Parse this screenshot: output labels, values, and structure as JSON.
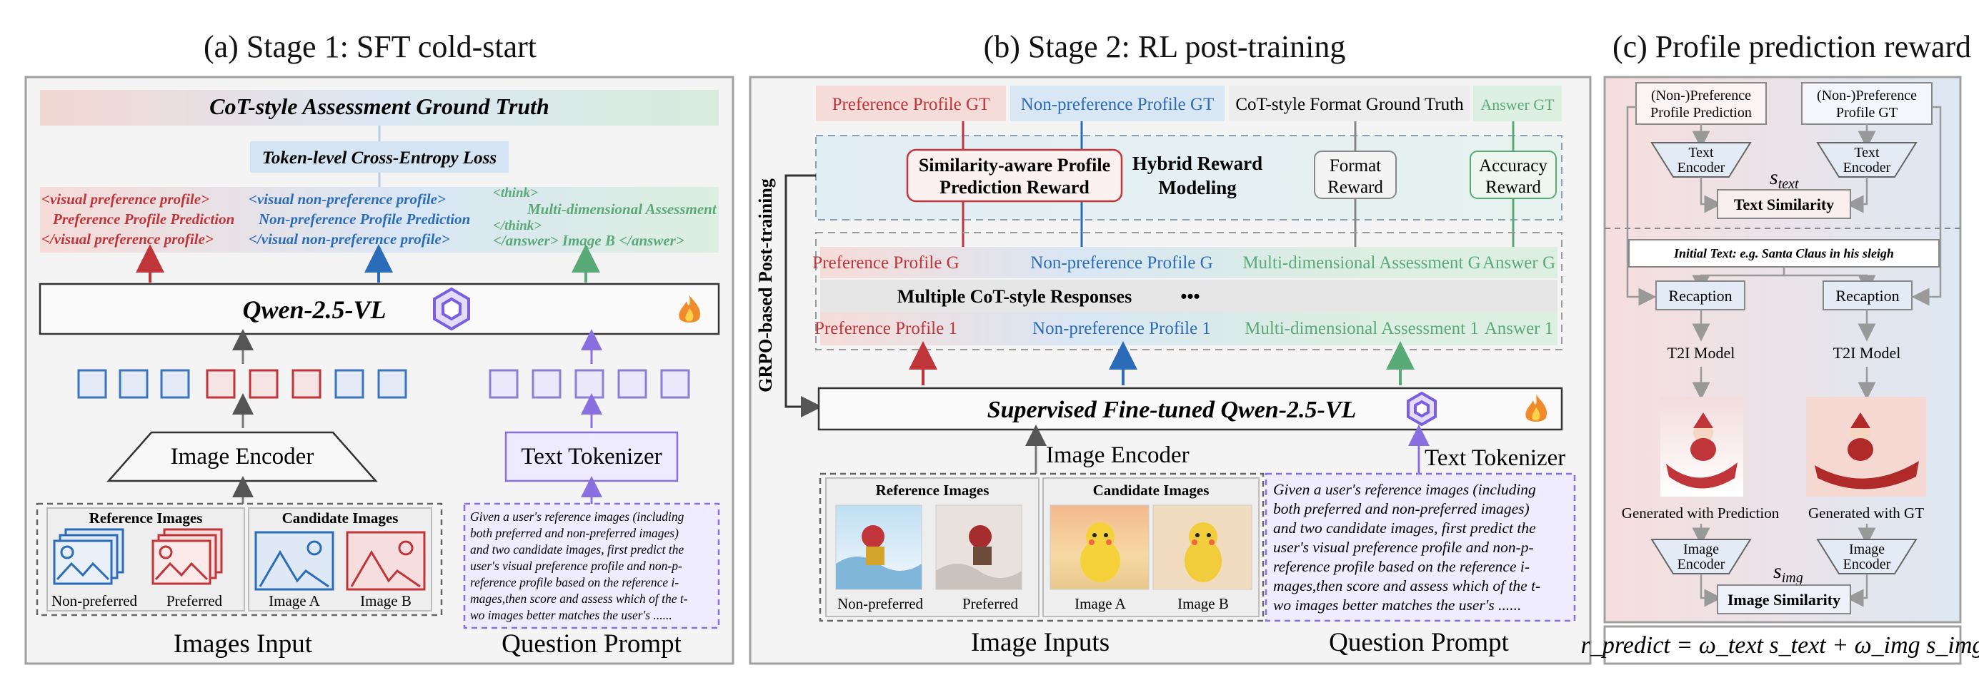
{
  "panels": {
    "a": {
      "title": "(a) Stage 1:  SFT cold-start",
      "gt_banner": "CoT-style Assessment Ground Truth",
      "loss": "Token-level Cross-Entropy Loss",
      "out_red": [
        "<visual preference profile>",
        "Preference Profile Prediction",
        "</visual preference profile>"
      ],
      "out_blue": [
        "<visual non-preference profile>",
        "Non-preference Profile Prediction",
        "</visual non-preference profile>"
      ],
      "out_green": [
        "<think>",
        "Multi-dimensional  Assessment",
        "</think>",
        "</answer>  Image B  </answer>"
      ],
      "model": "Qwen-2.5-VL",
      "image_encoder": "Image Encoder",
      "text_tokenizer": "Text Tokenizer",
      "ref_images": "Reference Images",
      "cand_images": "Candidate Images",
      "labels": [
        "Non-preferred",
        "Preferred",
        "Image A",
        "Image B"
      ],
      "images_input": "Images Input",
      "question_prompt": "Question Prompt",
      "prompt_lines": [
        "Given a user's reference images (including",
        "both preferred and non-preferred images)",
        "and two candidate images, first predict the",
        "user's visual preference profile and non-p-",
        "reference profile based on the reference i-",
        "mages,then score and assess which of the t-",
        "wo images better matches the user's ......"
      ]
    },
    "b": {
      "title": "(b) Stage 2:  RL post-training",
      "gt_headers": [
        "Preference Profile GT",
        "Non-preference Profile GT",
        "CoT-style Format Ground Truth",
        "Answer GT"
      ],
      "rewards": [
        "Similarity-aware Profile",
        "Prediction Reward",
        "Hybrid Reward",
        "Modeling",
        "Format",
        "Reward",
        "Accuracy",
        "Reward"
      ],
      "grpo": "GRPO-based Post-training",
      "row_g": [
        "Preference Profile G",
        "Non-preference Profile G",
        "Multi-dimensional Assessment G",
        "Answer G"
      ],
      "multi": "Multiple CoT-style Responses",
      "dots": "•••",
      "row_1": [
        "Preference Profile 1",
        "Non-preference Profile 1",
        "Multi-dimensional Assessment 1",
        "Answer 1"
      ],
      "model": "Supervised Fine-tuned Qwen-2.5-VL",
      "image_encoder": "Image Encoder",
      "text_tokenizer": "Text Tokenizer",
      "ref_images": "Reference Images",
      "cand_images": "Candidate Images",
      "labels": [
        "Non-preferred",
        "Preferred",
        "Image A",
        "Image B"
      ],
      "image_inputs": "Image Inputs",
      "question_prompt": "Question Prompt",
      "prompt_lines": [
        "Given a user's reference images (including",
        "both preferred and non-preferred images)",
        "and two candidate images, first predict the",
        "user's visual preference profile and non-p-",
        "reference profile based on the reference i-",
        "mages,then score and assess which of the t-",
        "wo images better matches the user's ......"
      ]
    },
    "c": {
      "title": "(c) Profile prediction reward",
      "pred_box": [
        "(Non-)Preference",
        "Profile Prediction"
      ],
      "gt_box": [
        "(Non-)Preference",
        "Profile GT"
      ],
      "text_encoder": [
        "Text",
        "Encoder"
      ],
      "s_text": "s",
      "s_text_sub": "text",
      "text_similarity": "Text Similarity",
      "initial_text": "Initial Text: e.g. Santa Claus in his sleigh",
      "recaption": "Recaption",
      "t2i": "T2I Model",
      "gen_pred": "Generated with Prediction",
      "gen_gt": "Generated with GT",
      "image_encoder": [
        "Image",
        "Encoder"
      ],
      "s_img": "s",
      "s_img_sub": "img",
      "image_similarity": "Image Similarity",
      "formula": "r_predict = ω_text s_text + ω_img s_img"
    }
  },
  "colors": {
    "red": "#c0353a",
    "blue": "#2b6cb8",
    "green": "#5aaa78",
    "purple": "#8a6fe0",
    "panel_bg": "#f4f4f4"
  }
}
